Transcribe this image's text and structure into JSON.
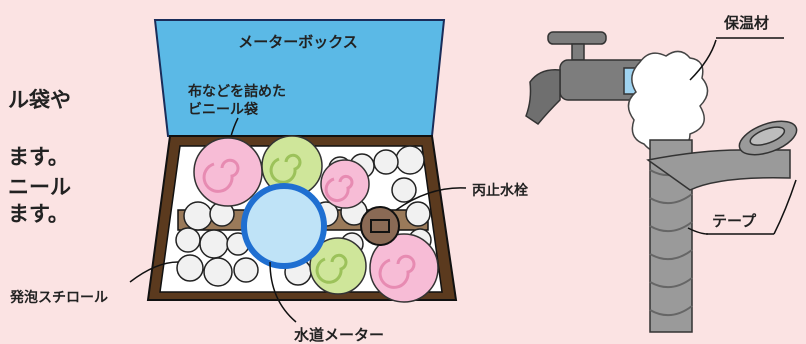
{
  "left_text": {
    "lines": [
      "ル袋や",
      "ます。",
      "ニール",
      "ます。"
    ]
  },
  "meter_box": {
    "lid_label": "メーターボックス",
    "bag_label_line1": "布などを詰めた",
    "bag_label_line2": "ビニール袋",
    "styrofoam_label": "発泡スチロール",
    "valve_label": "丙止水栓",
    "meter_label": "水道メーター"
  },
  "faucet": {
    "insulation_label": "保温材",
    "tape_label": "テープ"
  },
  "colors": {
    "background": "#fbe3e3",
    "lid": "#5bb9e6",
    "box_frame": "#5b3a1e",
    "pink_bag": "#f7bcd6",
    "green_bag": "#cfe69a",
    "meter_glass": "#bfe3f7",
    "meter_ring": "#1f6fd1",
    "pipe": "#8a8a8a"
  }
}
